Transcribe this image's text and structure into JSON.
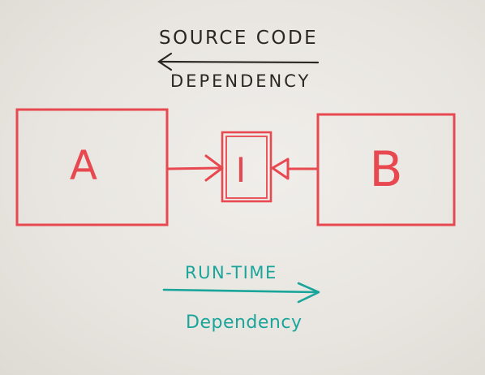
{
  "legend": {
    "source_code_dependency": {
      "line1": "SOURCE CODE",
      "line2": "DEPENDENCY",
      "color": "#2a2622"
    },
    "run_time_dependency": {
      "line1": "RUN-TIME",
      "line2": "Dependency",
      "color": "#1aa59b"
    }
  },
  "nodes": {
    "a": {
      "label": "A"
    },
    "interface": {
      "label": "I"
    },
    "b": {
      "label": "B"
    }
  },
  "colors": {
    "ink_red": "#e8484f",
    "board": "#ebe8e3"
  }
}
